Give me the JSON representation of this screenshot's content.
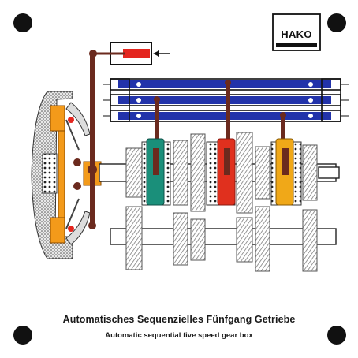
{
  "board": {
    "background": "#ffffff",
    "mount_hole_color": "#111111"
  },
  "logo": {
    "text": "HAKO"
  },
  "titles": {
    "german": "Automatisches Sequenzielles Fünfgang Getriebe",
    "english": "Automatic sequential five speed gear box"
  },
  "colors": {
    "shift_rail_blue": "#2233aa",
    "actuator_red": "#e4261f",
    "sync_green": "#1a8f7a",
    "sync_red": "#e0301e",
    "sync_yellow": "#f0a818",
    "clutch_orange": "#f39a1a",
    "linkage_brown": "#6b2a1e",
    "gear_grey": "#8a8a8a"
  }
}
